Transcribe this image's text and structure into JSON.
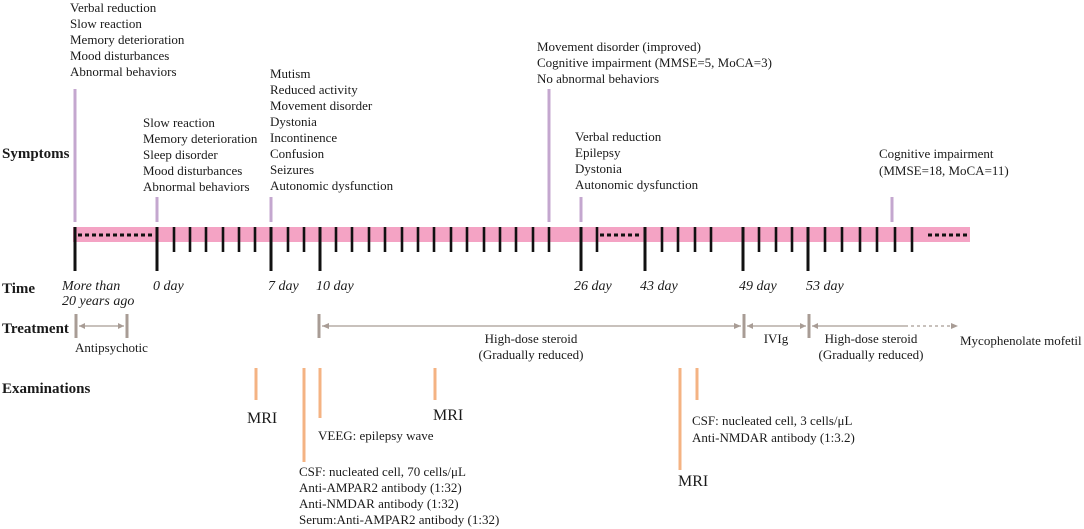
{
  "row_labels": {
    "symptoms": "Symptoms",
    "time": "Time",
    "treatment": "Treatment",
    "examinations": "Examinations"
  },
  "time_points": [
    "More than",
    "20 years ago",
    "0 day",
    "7 day",
    "10 day",
    "26 day",
    "43 day",
    "49 day",
    "53 day"
  ],
  "symptom_groups": [
    {
      "lines": [
        "Verbal reduction",
        "Slow reaction",
        "Memory deterioration",
        "Mood disturbances",
        "Abnormal behaviors"
      ]
    },
    {
      "lines": [
        "Slow reaction",
        "Memory deterioration",
        "Sleep disorder",
        "Mood disturbances",
        "Abnormal behaviors"
      ]
    },
    {
      "lines": [
        "Mutism",
        "Reduced activity",
        "Movement disorder",
        "Dystonia",
        "Incontinence",
        "Confusion",
        "Seizures",
        "Autonomic dysfunction"
      ]
    },
    {
      "lines": [
        "Movement disorder (improved)",
        "Cognitive  impairment (MMSE=5, MoCA=3)",
        "No abnormal behaviors"
      ]
    },
    {
      "lines": [
        "Verbal reduction",
        "Epilepsy",
        "Dystonia",
        "Autonomic dysfunction"
      ]
    },
    {
      "lines": [
        "Cognitive impairment",
        "(MMSE=18, MoCA=11)"
      ]
    }
  ],
  "treatments": [
    {
      "lines": [
        "Antipsychotic"
      ]
    },
    {
      "lines": [
        "High-dose steroid",
        "(Gradually reduced)"
      ]
    },
    {
      "lines": [
        "IVIg"
      ]
    },
    {
      "lines": [
        "High-dose steroid",
        "(Gradually reduced)"
      ]
    },
    {
      "lines": [
        "Mycophenolate mofetil"
      ]
    }
  ],
  "examinations": [
    {
      "lines": [
        "MRI"
      ]
    },
    {
      "lines": [
        "CSF: nucleated cell, 70 cells/μL",
        "Anti-AMPAR2 antibody (1:32)",
        "Anti-NMDAR antibody (1:32)",
        "Serum:Anti-AMPAR2 antibody (1:32)"
      ]
    },
    {
      "lines": [
        "VEEG: epilepsy wave"
      ]
    },
    {
      "lines": [
        "MRI"
      ]
    },
    {
      "lines": [
        "MRI"
      ]
    },
    {
      "lines": [
        "CSF: nucleated cell, 3 cells/μL",
        "Anti-NMDAR antibody (1:3.2)"
      ]
    }
  ],
  "colors": {
    "timeline_band": "#f4a3c4",
    "symptom_marker": "#c4a7cf",
    "treatment_bracket": "#a89c95",
    "exam_marker": "#f4b383",
    "text": "#1a1a1a",
    "tick": "#111111"
  }
}
